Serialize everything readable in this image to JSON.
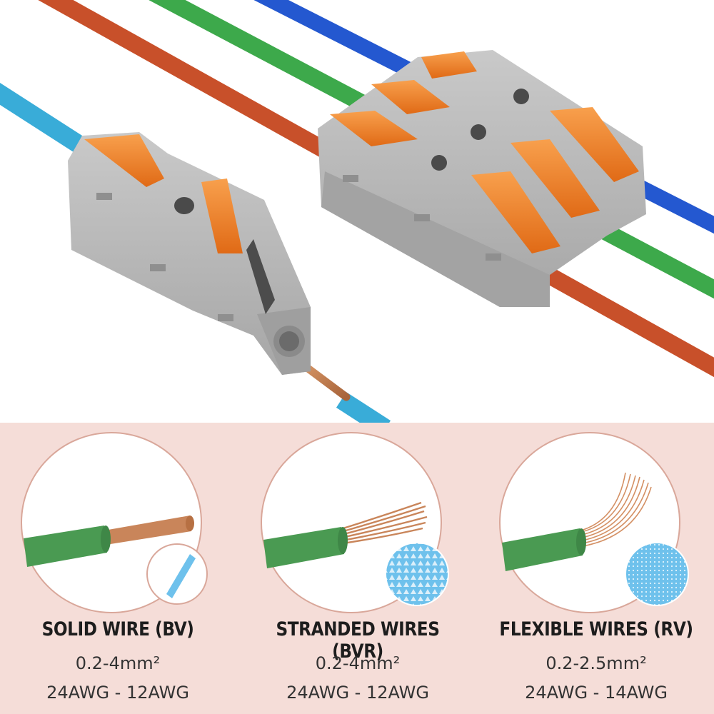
{
  "colors": {
    "panel_background": "#f5ddd8",
    "wire_red": "#c8502a",
    "wire_green": "#3fa84a",
    "wire_blue": "#2255cc",
    "wire_cyan": "#3aaed8",
    "connector_gray": "#b4b4b4",
    "lever_orange": "#f07f26",
    "insulation_green": "#4a9a52",
    "copper": "#c8804f",
    "cross_section_blue": "#72c3ea"
  },
  "wire_types": [
    {
      "title": "SOLID WIRE (BV)",
      "area": "0.2-4mm²",
      "awg": "24AWG - 12AWG",
      "icon": "solid-wire-icon"
    },
    {
      "title": "STRANDED WIRES (BVR)",
      "area": "0.2-4mm²",
      "awg": "24AWG - 12AWG",
      "icon": "stranded-wire-icon"
    },
    {
      "title": "FLEXIBLE WIRES (RV)",
      "area": "0.2-2.5mm²",
      "awg": "24AWG - 14AWG",
      "icon": "flexible-wire-icon"
    }
  ]
}
